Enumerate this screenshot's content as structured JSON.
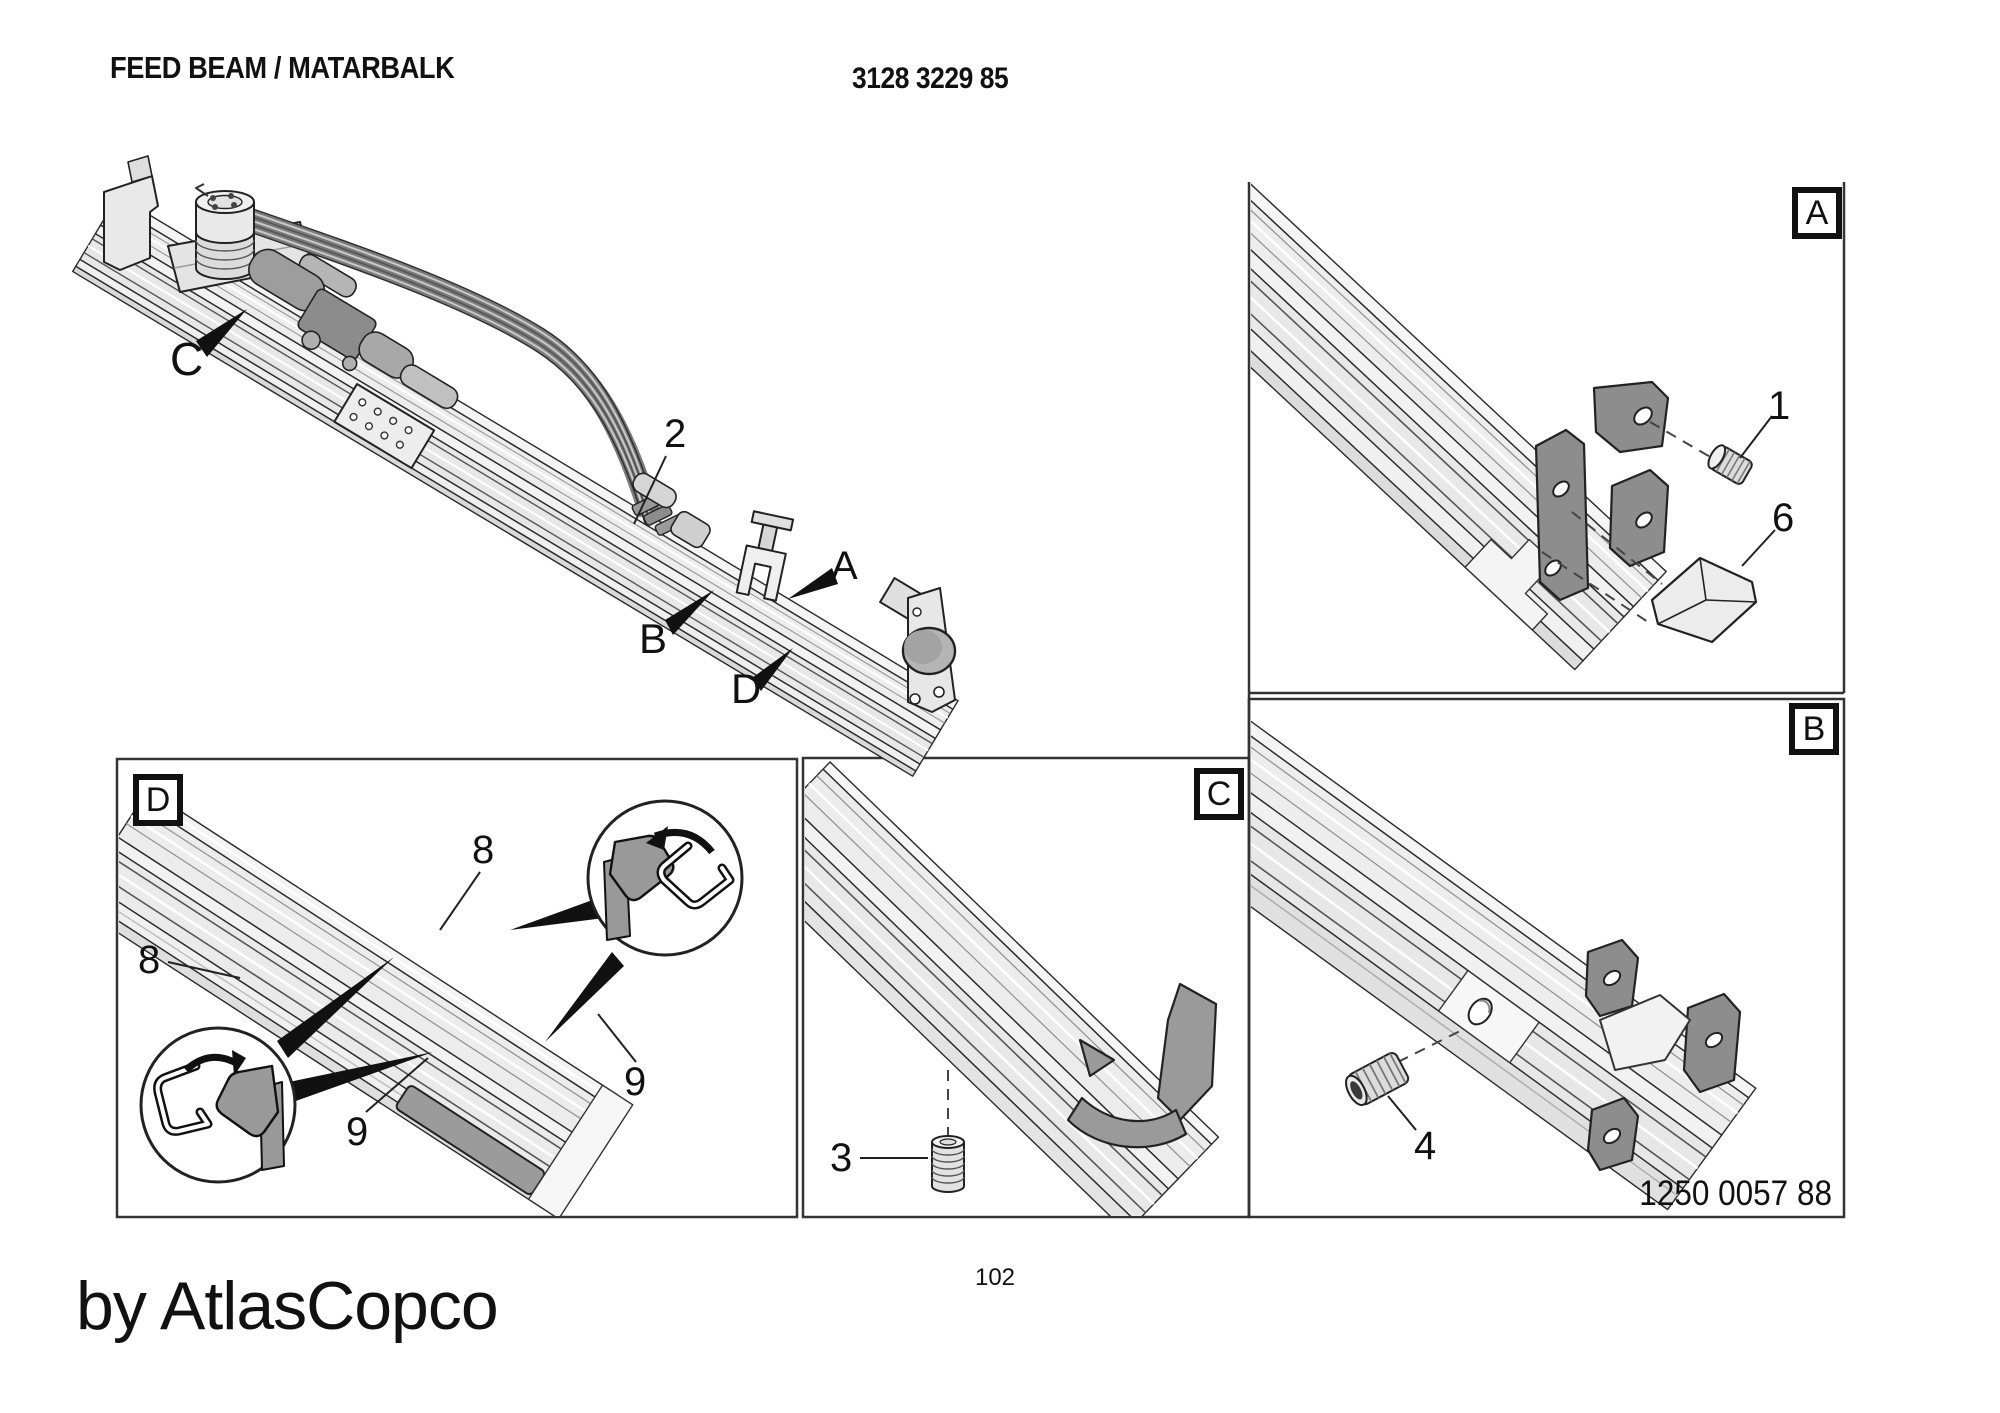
{
  "header": {
    "title": "FEED BEAM / MATARBALK",
    "doc_number": "3128 3229 85"
  },
  "main_view": {
    "callout_c": "C",
    "part_2": "2",
    "callout_a": "A",
    "callout_b": "B",
    "callout_d": "D"
  },
  "panels": {
    "a": {
      "label": "A",
      "part_1": "1",
      "part_6": "6"
    },
    "b": {
      "label": "B",
      "part_4": "4",
      "drawing_number": "1250 0057 88"
    },
    "c": {
      "label": "C",
      "part_3": "3"
    },
    "d": {
      "label": "D",
      "part_8_top": "8",
      "part_8_left": "8",
      "part_9_right": "9",
      "part_9_bottom": "9"
    }
  },
  "footer": {
    "page_number": "102",
    "byline": "by AtlasCopco"
  },
  "colors": {
    "outline": "#1f1f1f",
    "beam_light": "#ededed",
    "beam_mid": "#e7e7e7",
    "beam_dark": "#d9d9d9",
    "gray_part": "#969696",
    "hose_gray": "#7a7a7a",
    "roller_gray": "#b4b4b4"
  }
}
